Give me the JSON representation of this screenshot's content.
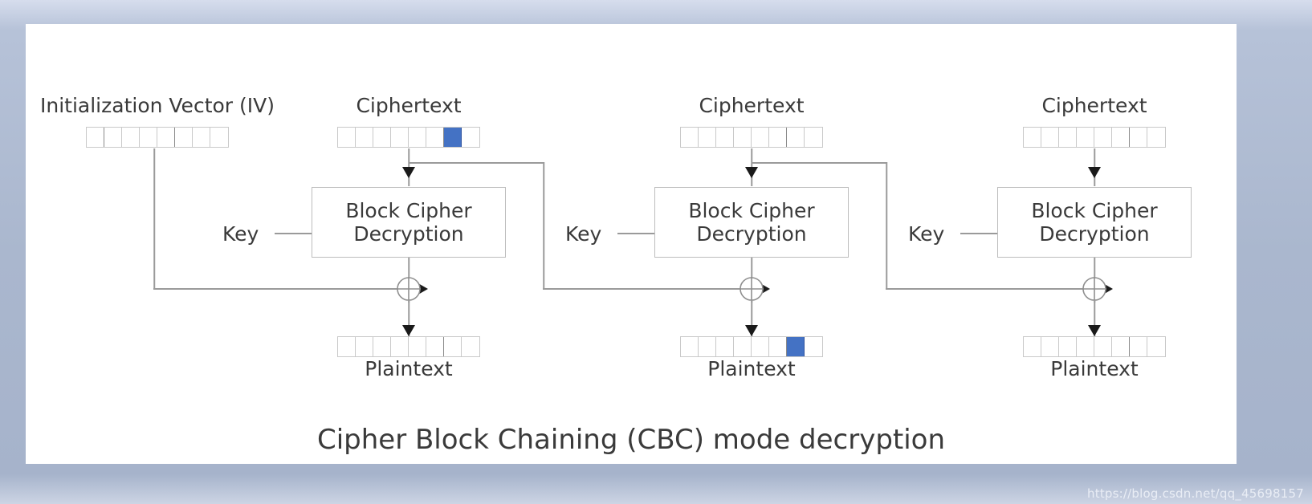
{
  "figure": {
    "title": "Cipher Block Chaining (CBC) mode decryption",
    "watermark": "https://blog.csdn.net/qq_45698157",
    "frame_color": "#aebbd2",
    "canvas_color": "#ffffff",
    "highlight_color": "#4472c4",
    "line_color": "#9a9a9a",
    "text_color": "#3a3a3a"
  },
  "iv": {
    "label": "Initialization Vector (IV)",
    "cells": 8,
    "highlighted_index": null
  },
  "stages": [
    {
      "ciphertext_label": "Ciphertext",
      "ciphertext_cells": 8,
      "ciphertext_highlighted_index": 6,
      "key_label": "Key",
      "box_line1": "Block Cipher",
      "box_line2": "Decryption",
      "xor_symbol": "⊕",
      "plaintext_label": "Plaintext",
      "plaintext_cells": 8,
      "plaintext_highlighted_index": null
    },
    {
      "ciphertext_label": "Ciphertext",
      "ciphertext_cells": 8,
      "ciphertext_highlighted_index": null,
      "key_label": "Key",
      "box_line1": "Block Cipher",
      "box_line2": "Decryption",
      "xor_symbol": "⊕",
      "plaintext_label": "Plaintext",
      "plaintext_cells": 8,
      "plaintext_highlighted_index": 6
    },
    {
      "ciphertext_label": "Ciphertext",
      "ciphertext_cells": 8,
      "ciphertext_highlighted_index": null,
      "key_label": "Key",
      "box_line1": "Block Cipher",
      "box_line2": "Decryption",
      "xor_symbol": "⊕",
      "plaintext_label": "Plaintext",
      "plaintext_cells": 8,
      "plaintext_highlighted_index": null
    }
  ]
}
